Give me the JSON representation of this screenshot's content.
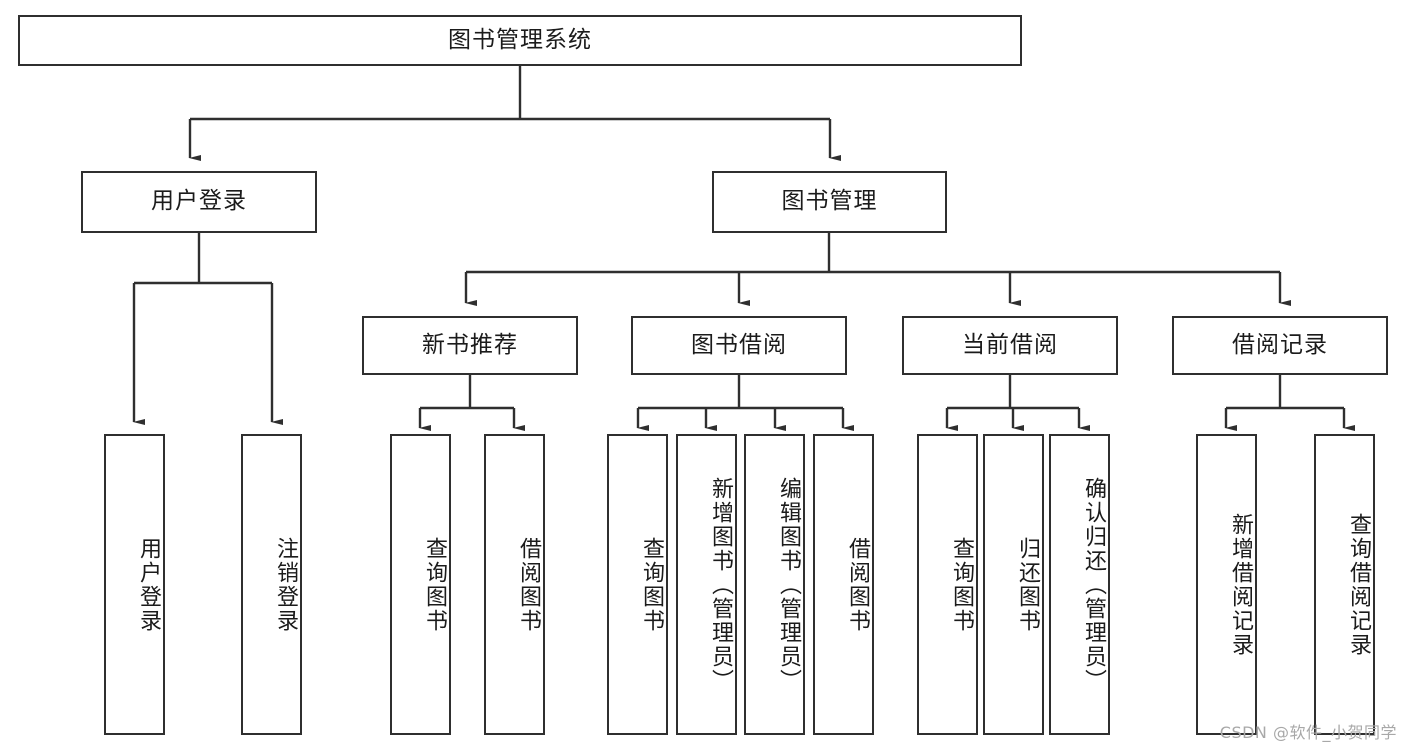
{
  "diagram": {
    "title": "图书管理系统",
    "type": "tree-hierarchy",
    "root": {
      "label": "图书管理系统"
    },
    "level2": [
      {
        "label": "用户登录"
      },
      {
        "label": "图书管理"
      }
    ],
    "level3": [
      {
        "label": "新书推荐"
      },
      {
        "label": "图书借阅"
      },
      {
        "label": "当前借阅"
      },
      {
        "label": "借阅记录"
      }
    ],
    "leaves": {
      "user_login": [
        {
          "label": "用户登录"
        },
        {
          "label": "注销登录"
        }
      ],
      "new_book_recommend": [
        {
          "label": "查询图书"
        },
        {
          "label": "借阅图书"
        }
      ],
      "book_borrow": [
        {
          "label": "查询图书"
        },
        {
          "label": "新增图书（管理员）"
        },
        {
          "label": "编辑图书（管理员）"
        },
        {
          "label": "借阅图书"
        }
      ],
      "current_borrow": [
        {
          "label": "查询图书"
        },
        {
          "label": "归还图书"
        },
        {
          "label": "确认归还（管理员）"
        }
      ],
      "borrow_record": [
        {
          "label": "新增借阅记录"
        },
        {
          "label": "查询借阅记录"
        }
      ]
    }
  },
  "watermark": {
    "text": "CSDN @软件_小贺同学"
  },
  "colors": {
    "stroke": "#2f2f2f",
    "background": "#ffffff",
    "text": "#1b1b1b",
    "watermark": "#a8a8a8"
  }
}
